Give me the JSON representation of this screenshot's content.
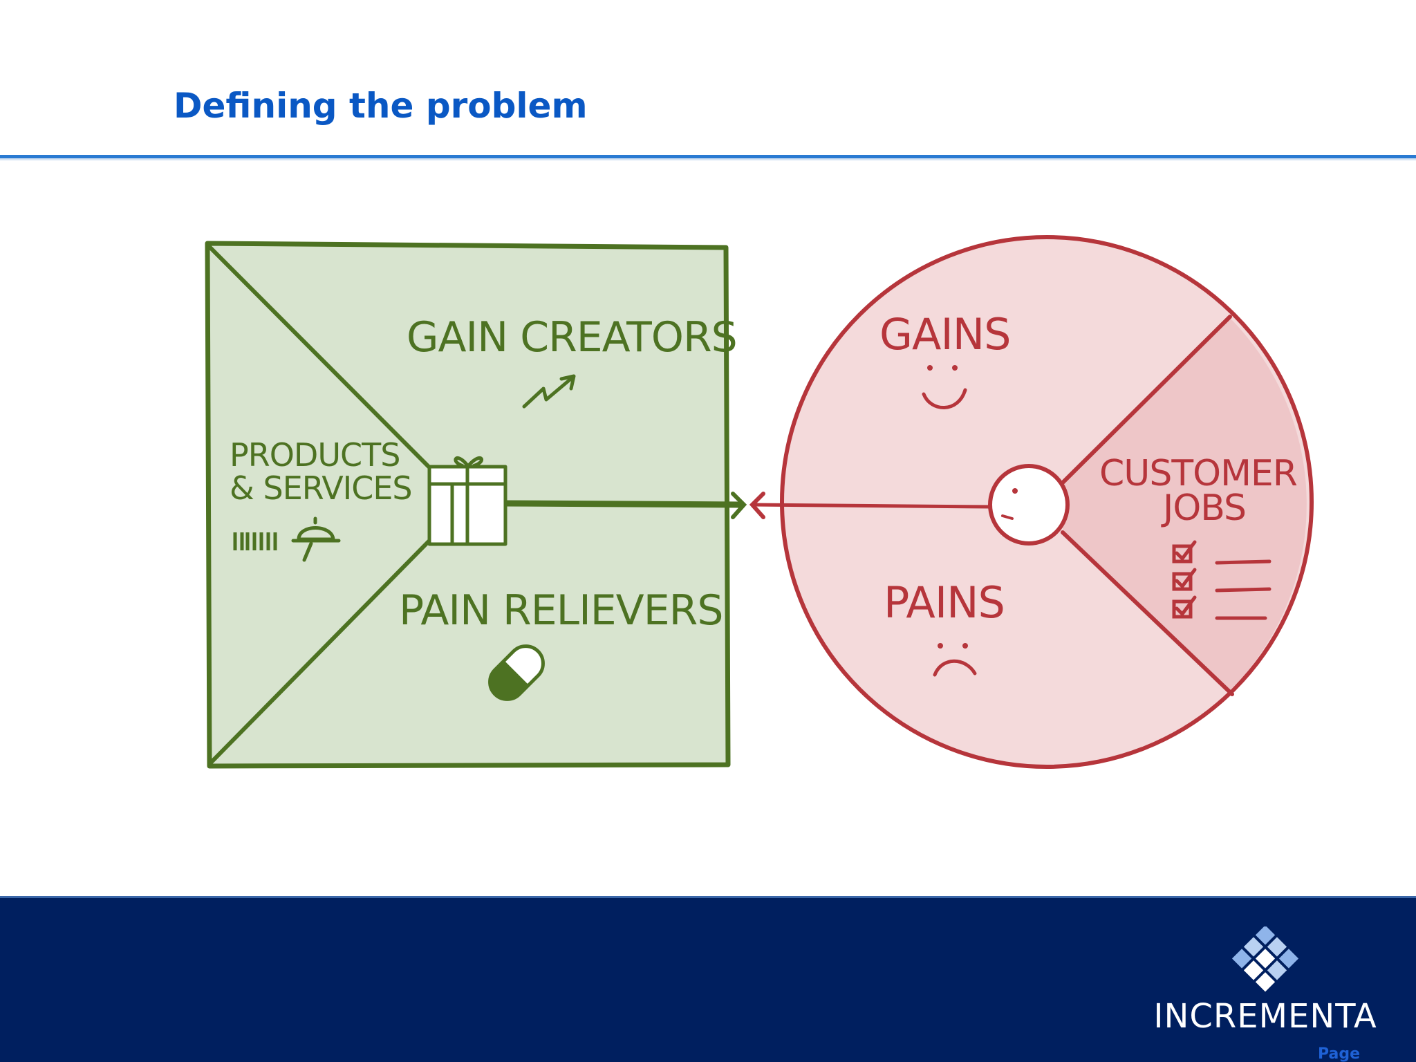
{
  "slide": {
    "title": "Defining the problem",
    "page_label": "Page"
  },
  "diagram": {
    "value_map": {
      "gain_creators": "GAIN CREATORS",
      "products_line1": "PRODUCTS",
      "products_line2": "& SERVICES",
      "pain_relievers": "PAIN RELIEVERS",
      "fill_color": "#d8e4cf",
      "stroke_color": "#4d7222"
    },
    "customer_profile": {
      "gains": "GAINS",
      "pains": "PAINS",
      "jobs_line1": "CUSTOMER",
      "jobs_line2": "JOBS",
      "fill_color": "#f4dadb",
      "stroke_color": "#b6353b"
    }
  },
  "footer": {
    "brand": "INCREMENTA",
    "band_color": "#001f5f"
  }
}
